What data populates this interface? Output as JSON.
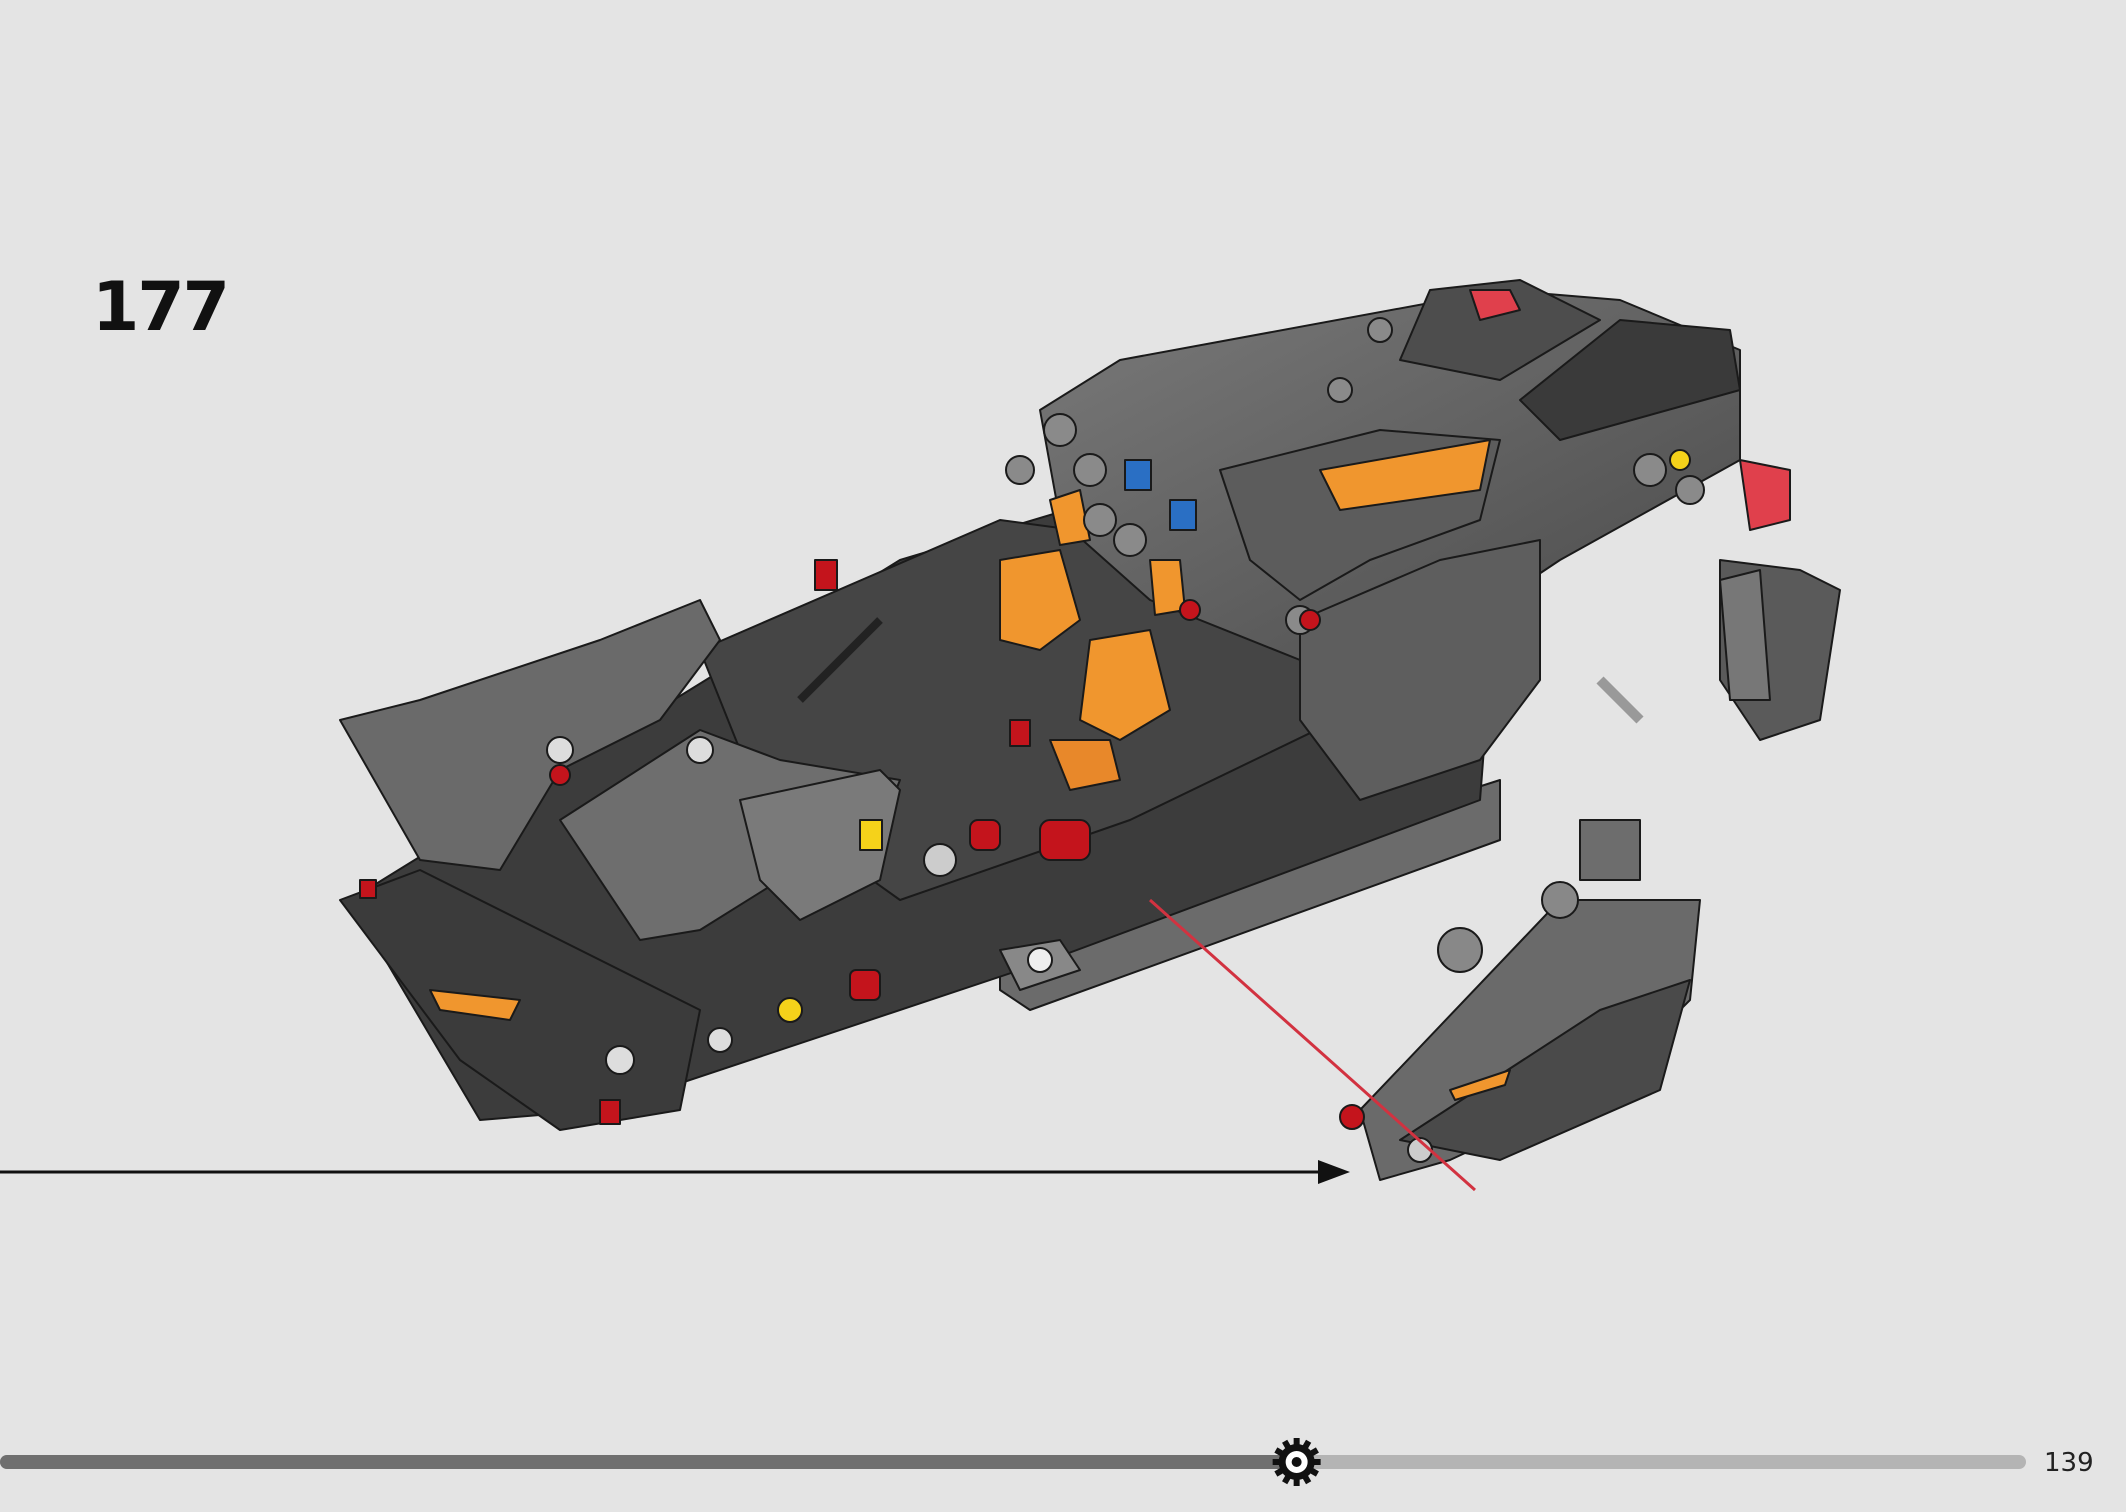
{
  "step": {
    "number": "177"
  },
  "page": {
    "number": "139"
  },
  "progress": {
    "fraction": 0.64,
    "icon": "gear-icon",
    "filled_color": "#6f6f6f",
    "track_color": "#b4b4b4"
  },
  "colors": {
    "background": "#e4e4e4",
    "part_dark": "#3a3a3a",
    "part_gray": "#6a6a6a",
    "accent_orange": "#f0962e",
    "accent_red": "#c4141c",
    "accent_blue": "#2a6fc4",
    "accent_yellow": "#f5d21a",
    "guide_line": "#d23240"
  }
}
